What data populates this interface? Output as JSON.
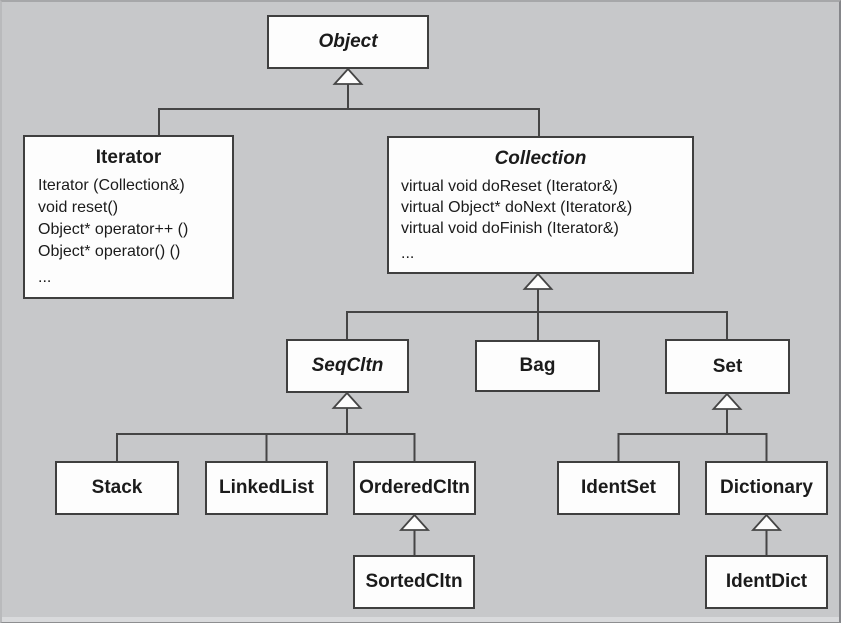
{
  "diagram": {
    "type": "uml-class-inheritance",
    "colors": {
      "background": "#c7c8ca",
      "box_fill": "#fdfdfd",
      "box_border": "#3f3f3f",
      "line": "#454545",
      "text": "#1b1b1b"
    },
    "classes": {
      "object": {
        "name": "Object",
        "abstract": true,
        "methods": []
      },
      "iterator": {
        "name": "Iterator",
        "abstract": false,
        "methods": [
          "Iterator (Collection&)",
          "void reset()",
          "Object* operator++ ()",
          "Object* operator() ()",
          "..."
        ]
      },
      "collection": {
        "name": "Collection",
        "abstract": true,
        "methods": [
          "virtual void doReset (Iterator&)",
          "virtual Object* doNext (Iterator&)",
          "virtual void doFinish (Iterator&)",
          "..."
        ]
      },
      "seqcltn": {
        "name": "SeqCltn",
        "abstract": true,
        "methods": []
      },
      "bag": {
        "name": "Bag",
        "abstract": false,
        "methods": []
      },
      "set": {
        "name": "Set",
        "abstract": false,
        "methods": []
      },
      "stack": {
        "name": "Stack",
        "abstract": false,
        "methods": []
      },
      "linkedlist": {
        "name": "LinkedList",
        "abstract": false,
        "methods": []
      },
      "orderedcltn": {
        "name": "OrderedCltn",
        "abstract": false,
        "methods": []
      },
      "sortedcltn": {
        "name": "SortedCltn",
        "abstract": false,
        "methods": []
      },
      "identset": {
        "name": "IdentSet",
        "abstract": false,
        "methods": []
      },
      "dictionary": {
        "name": "Dictionary",
        "abstract": false,
        "methods": []
      },
      "identdict": {
        "name": "IdentDict",
        "abstract": false,
        "methods": []
      }
    },
    "relationships": [
      {
        "type": "generalization",
        "parent": "Object",
        "children": [
          "Iterator",
          "Collection"
        ]
      },
      {
        "type": "generalization",
        "parent": "Collection",
        "children": [
          "SeqCltn",
          "Bag",
          "Set"
        ]
      },
      {
        "type": "generalization",
        "parent": "SeqCltn",
        "children": [
          "Stack",
          "LinkedList",
          "OrderedCltn"
        ]
      },
      {
        "type": "generalization",
        "parent": "OrderedCltn",
        "children": [
          "SortedCltn"
        ]
      },
      {
        "type": "generalization",
        "parent": "Set",
        "children": [
          "IdentSet",
          "Dictionary"
        ]
      },
      {
        "type": "generalization",
        "parent": "Dictionary",
        "children": [
          "IdentDict"
        ]
      }
    ]
  }
}
